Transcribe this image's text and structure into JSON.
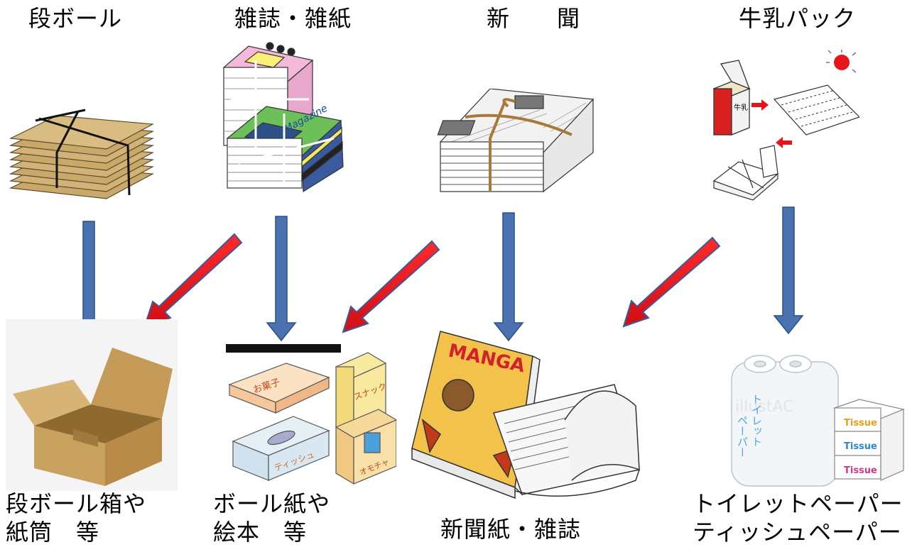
{
  "sources": {
    "cardboard": "段ボール",
    "magazines": "雑誌・雑紙",
    "newspaper": "新　　聞",
    "milk_carton": "牛乳パック"
  },
  "products": {
    "cardboard_box": "段ボール箱や\n紙筒　等",
    "paperboard": "ボール紙や\n絵本　等",
    "newsprint": "新聞紙・雑誌",
    "tissue": "トイレットペーパー\nティッシュペーパー"
  },
  "art_text": {
    "magazine_cover": "Magazine",
    "manga_cover": "MANGA",
    "milk_carton_label": "牛乳",
    "snack_box_1": "お菓子",
    "snack_box_2": "スナック",
    "tissue_box_label": "ティッシュ",
    "toy_box_label": "オモチャ",
    "toilet_paper_label": "トイレット\nペーパー",
    "tissue_label": "Tissue",
    "watermark": "illustAC"
  },
  "colors": {
    "blue_arrow": "#4a72b0",
    "red_arrow": "#e8141c",
    "cardboard": "#c9a86a"
  }
}
